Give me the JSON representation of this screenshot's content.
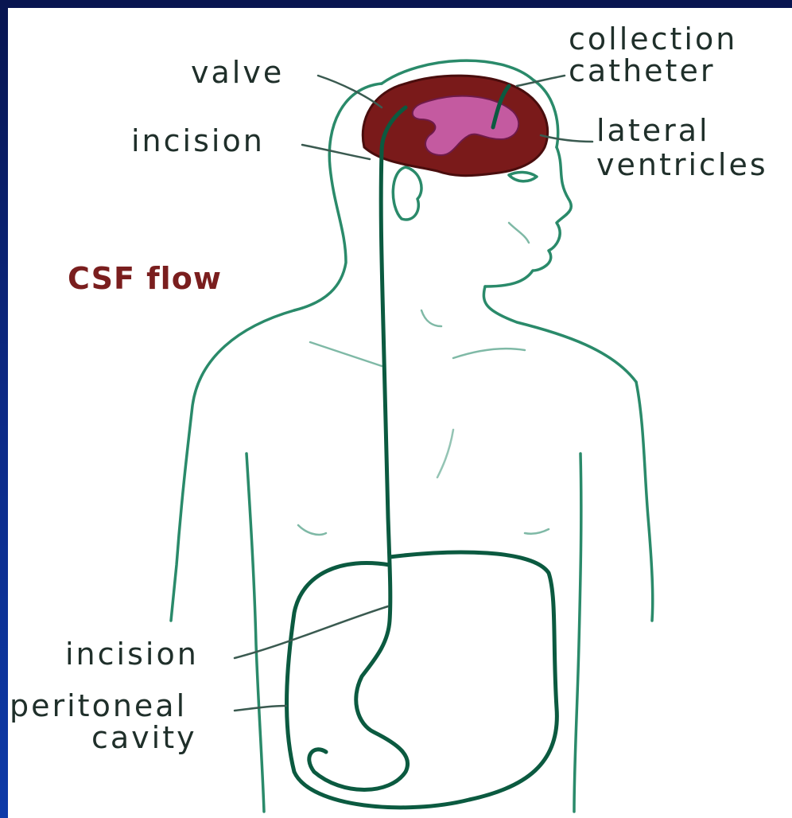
{
  "colors": {
    "background_blue": "#0c2a86",
    "shunt_green": "#0b5a40",
    "outline_green": "#2a8a6a",
    "brain_dark": "#7a1a1a",
    "ventricle_pink": "#c45aa0",
    "csf_label": "#7a1e1e"
  },
  "labels": {
    "valve": "valve",
    "incision_top": "incision",
    "collection_catheter_line1": "collection",
    "collection_catheter_line2": "catheter",
    "lateral_ventricles_line1": "lateral",
    "lateral_ventricles_line2": "ventricles",
    "csf_flow": "CSF flow",
    "incision_bottom": "incision",
    "peritoneal_cavity_line1": "peritoneal",
    "peritoneal_cavity_line2": "cavity"
  }
}
